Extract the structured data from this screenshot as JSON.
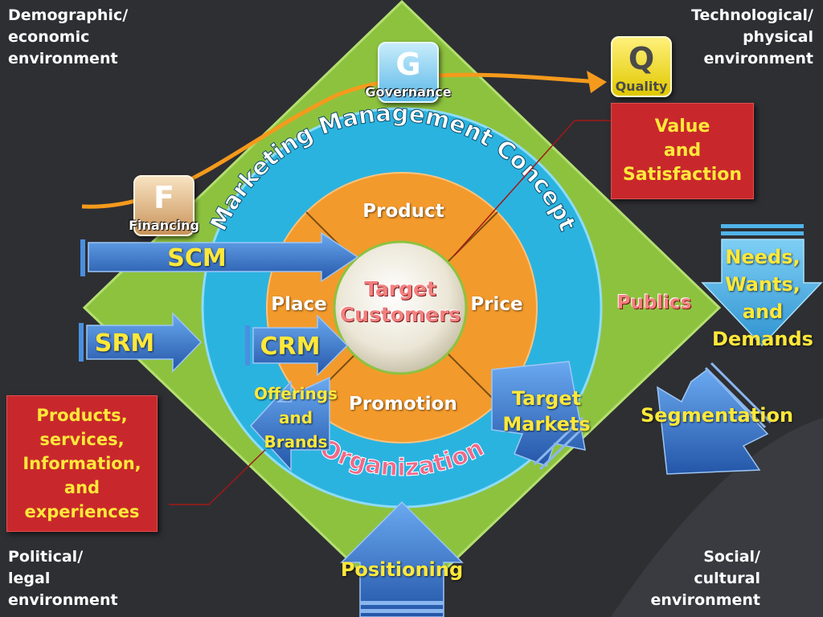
{
  "environments": {
    "top_left": [
      "Demographic/",
      "economic",
      "environment"
    ],
    "top_right": [
      "Technological/",
      "physical",
      "environment"
    ],
    "bottom_left": [
      "Political/",
      "legal",
      "environment"
    ],
    "bottom_right": [
      "Social/",
      "cultural",
      "environment"
    ]
  },
  "badges": {
    "governance": {
      "letter": "G",
      "word": "Governance"
    },
    "quality": {
      "letter": "Q",
      "word": "Quality"
    },
    "financing": {
      "letter": "F",
      "word": "Financing"
    }
  },
  "ring_title": "Marketing Management Concept",
  "organization": "Organization",
  "center": {
    "line1": "Target",
    "line2": "Customers"
  },
  "mix": {
    "product": "Product",
    "price": "Price",
    "place": "Place",
    "promotion": "Promotion"
  },
  "arrows": {
    "scm": "SCM",
    "srm": "SRM",
    "crm": "CRM",
    "offerings": [
      "Offerings",
      "and",
      "Brands"
    ],
    "target_markets": [
      "Target",
      "Markets"
    ],
    "segmentation": "Segmentation",
    "positioning": "Positioning",
    "needs": [
      "Needs,",
      "Wants,",
      "and",
      "Demands"
    ]
  },
  "publics": "Publics",
  "boxes": {
    "value": [
      "Value",
      "and",
      "Satisfaction"
    ],
    "products": [
      "Products,",
      "services,",
      "Information,",
      "and",
      "experiences"
    ]
  },
  "colors": {
    "background": "#2e2f33",
    "diamond": "#8dc23f",
    "outer_ring": "#2bb3e0",
    "inner_ring": "#f39a2c",
    "arrow_blue": "#3d7fd1",
    "box_red": "#c8282c",
    "text_yellow": "#ffe83a"
  }
}
